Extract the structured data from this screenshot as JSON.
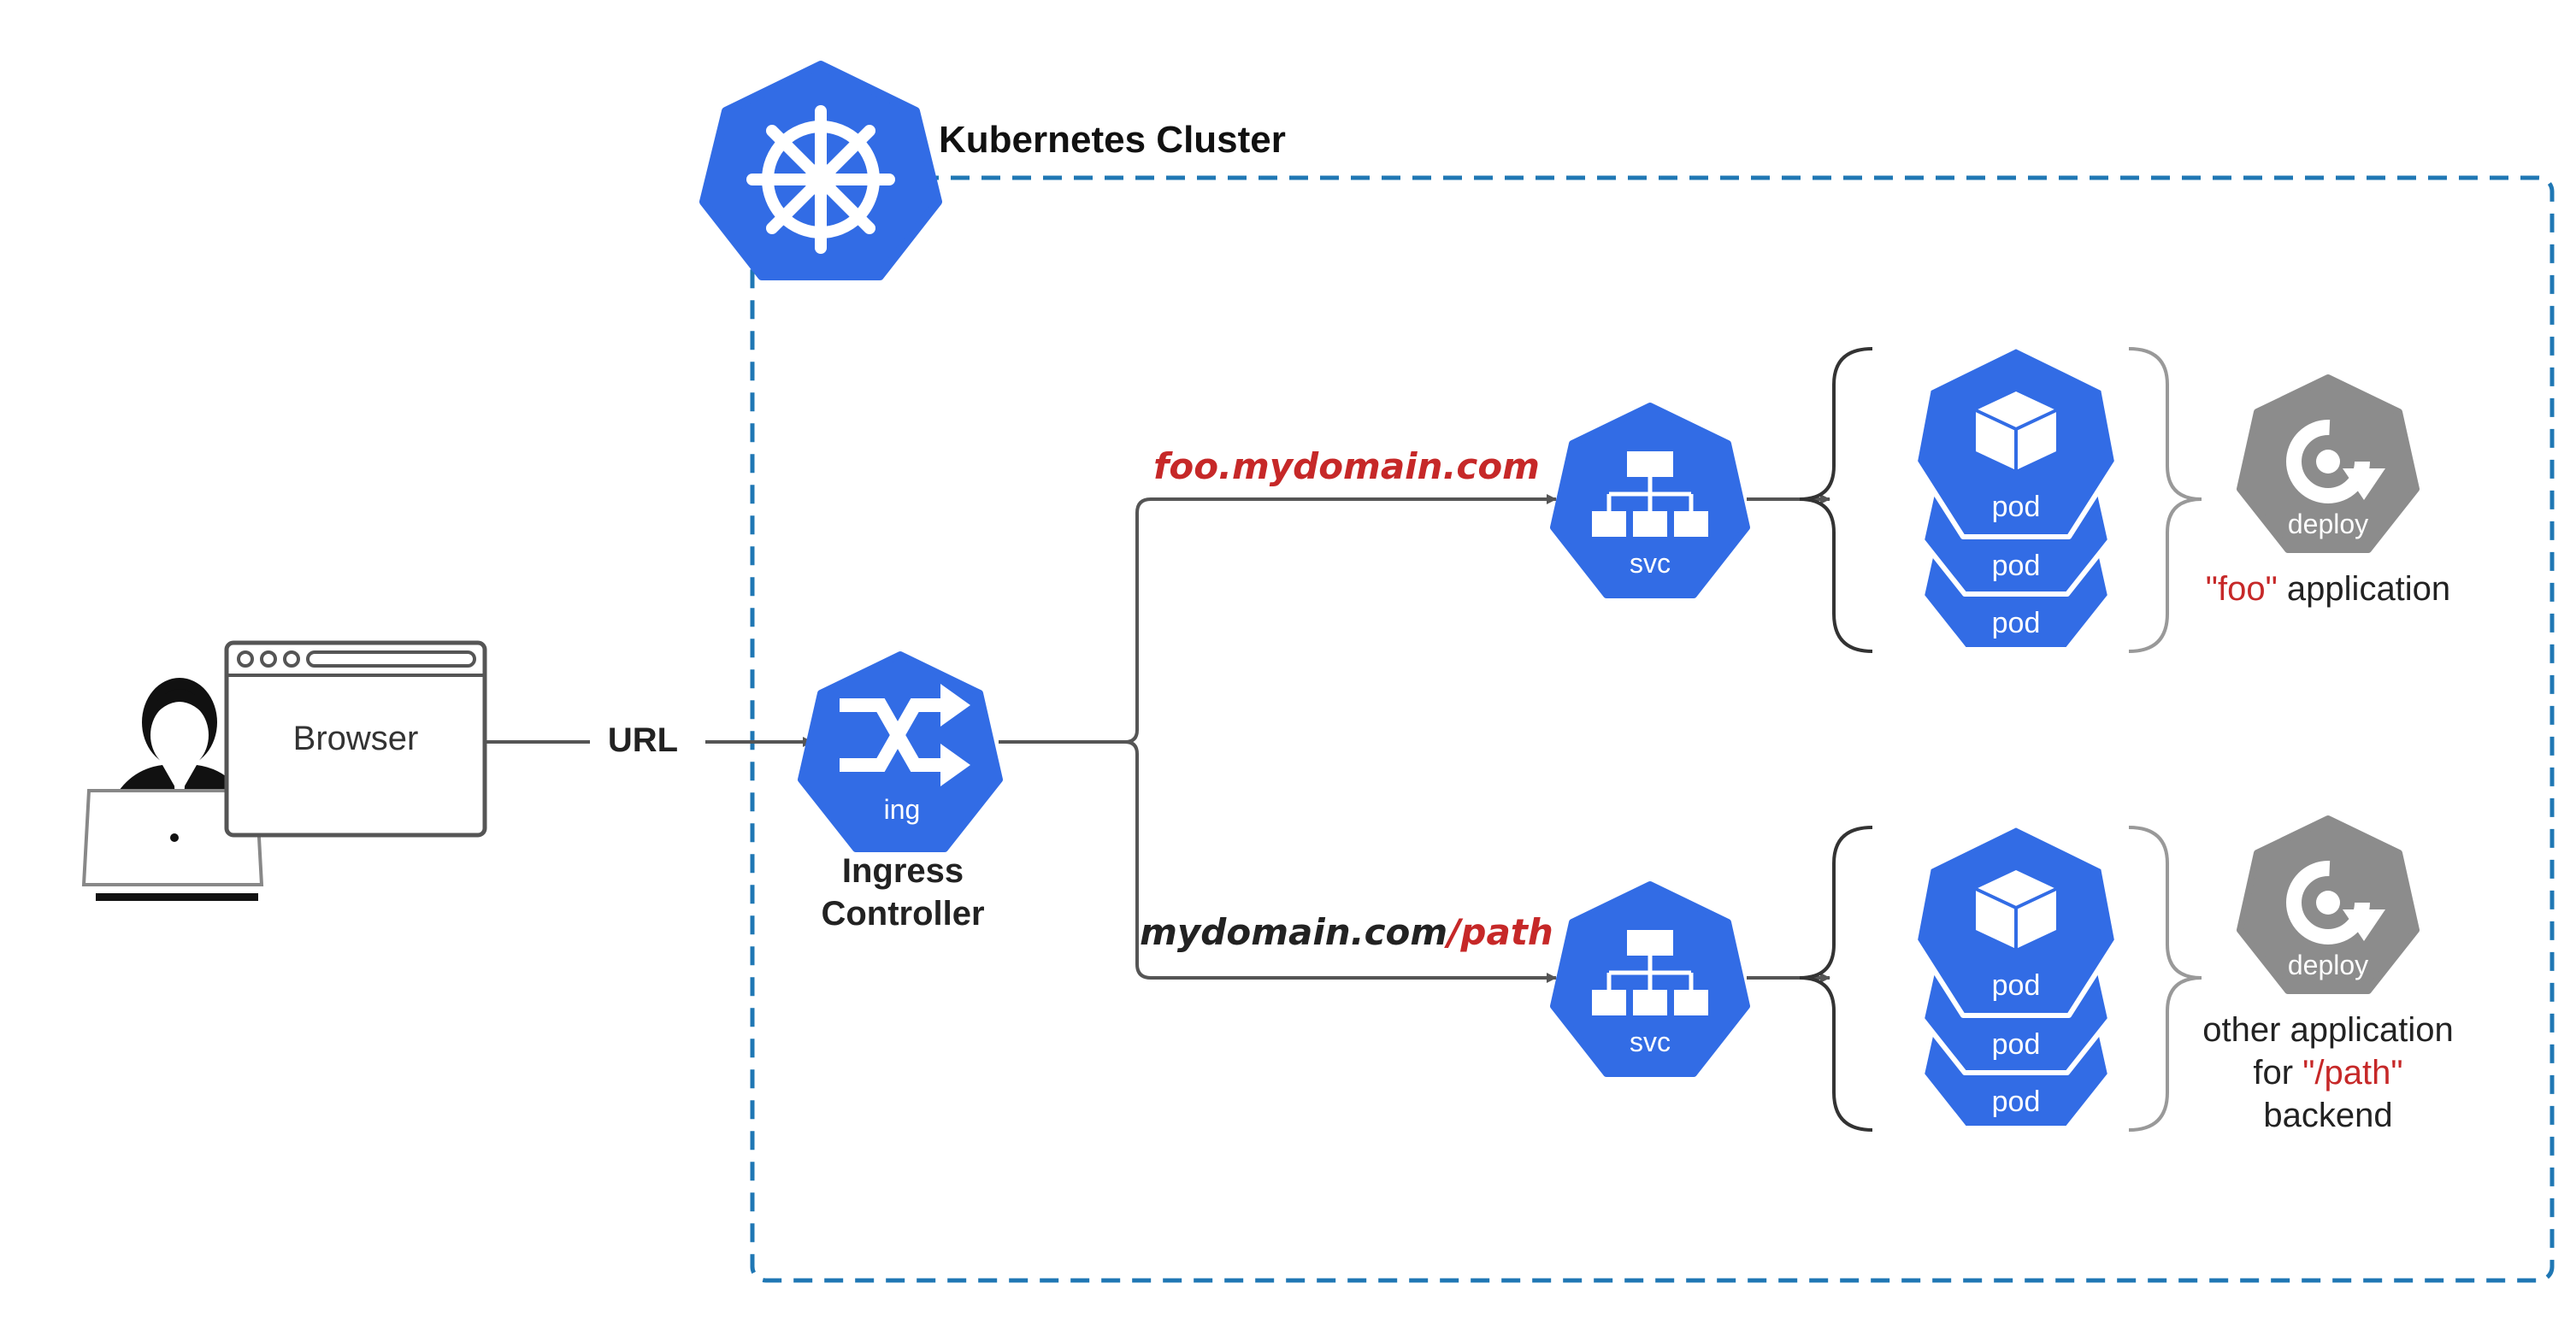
{
  "cluster": {
    "title": "Kubernetes Cluster"
  },
  "browser": {
    "label": "Browser"
  },
  "edge_url": {
    "label": "URL"
  },
  "ingress": {
    "icon_label": "ing",
    "line1": "Ingress",
    "line2": "Controller"
  },
  "routes": [
    {
      "host_prefix": "foo.mydomain.com",
      "host_suffix": "",
      "svc_label": "svc",
      "pods": [
        "pod",
        "pod",
        "pod"
      ],
      "deploy_label": "deploy",
      "app_lines": [
        {
          "pre": "",
          "red": "\"foo\"",
          "post": " application"
        }
      ]
    },
    {
      "host_prefix": "mydomain.com",
      "host_suffix": "/path",
      "svc_label": "svc",
      "pods": [
        "pod",
        "pod",
        "pod"
      ],
      "deploy_label": "deploy",
      "app_lines": [
        {
          "pre": "other application",
          "red": "",
          "post": ""
        },
        {
          "pre": "for ",
          "red": "\"/path\"",
          "post": ""
        },
        {
          "pre": "backend",
          "red": "",
          "post": ""
        }
      ]
    }
  ],
  "colors": {
    "k8s_blue": "#326CE5",
    "deploy_gray": "#8C8C8C",
    "cluster_border": "#1F77B4",
    "accent_red": "#C62828",
    "text": "#222222",
    "line": "#555555"
  },
  "icons": [
    "user-icon",
    "laptop-icon",
    "browser-window-icon",
    "helm-wheel-icon",
    "ingress-shuffle-icon",
    "service-network-icon",
    "pod-cube-icon",
    "deploy-cycle-icon",
    "curly-brace-icon"
  ]
}
